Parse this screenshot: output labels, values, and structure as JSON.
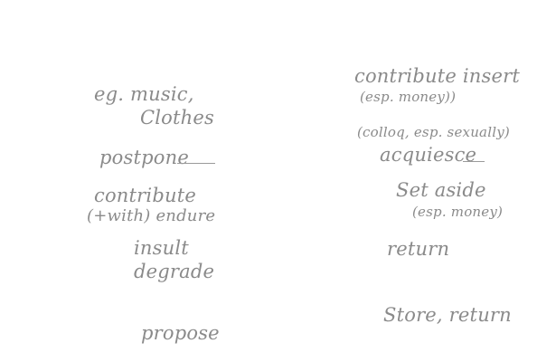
{
  "left": {
    "music_line1": "eg. music,",
    "music_line2": "Clothes",
    "postpone": "postpone",
    "contribute": "contribute",
    "endure": "(+with) endure",
    "insult": "insult",
    "degrade": "degrade",
    "propose": "propose"
  },
  "right": {
    "contribute_insert": "contribute  insert",
    "esp_money_1": "(esp. money))",
    "colloq": "(colloq, esp. sexually)",
    "acquiesce": "acquiesce",
    "set_aside": "Set aside",
    "esp_money_2": "(esp. money)",
    "return_1": "return",
    "store_return": "Store, return"
  }
}
